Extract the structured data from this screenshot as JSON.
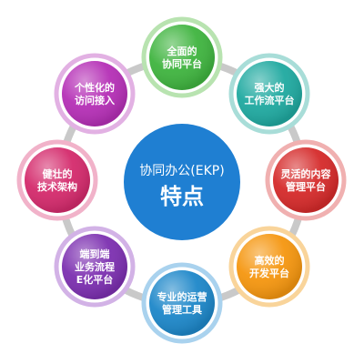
{
  "center": {
    "title": "协同办公(EKP)",
    "subtitle": "特点",
    "color": "#1f7fd2"
  },
  "ring_color": "#c9c9c9",
  "nodes": [
    {
      "id": "n1",
      "lines": [
        "全面的",
        "协同平台"
      ],
      "color": "#3fb43f",
      "ring": "#b8e3b0"
    },
    {
      "id": "n2",
      "lines": [
        "强大的",
        "工作流平台"
      ],
      "color": "#1fa9a0",
      "ring": "#a8ddd8"
    },
    {
      "id": "n3",
      "lines": [
        "灵活的内容",
        "管理平台"
      ],
      "color": "#d52a2a",
      "ring": "#f0b0b0"
    },
    {
      "id": "n4",
      "lines": [
        "高效的",
        "开发平台"
      ],
      "color": "#f5960f",
      "ring": "#f9d49a"
    },
    {
      "id": "n5",
      "lines": [
        "专业的运营",
        "管理工具"
      ],
      "color": "#1d87c9",
      "ring": "#a9d2ee"
    },
    {
      "id": "n6",
      "lines": [
        "端到端",
        "业务流程",
        "E化平台"
      ],
      "color": "#7c2fb0",
      "ring": "#d2b2e6"
    },
    {
      "id": "n7",
      "lines": [
        "健壮的",
        "技术架构"
      ],
      "color": "#d42a6c",
      "ring": "#f1b2c9"
    },
    {
      "id": "n8",
      "lines": [
        "个性化的",
        "访问接入"
      ],
      "color": "#b52fb6",
      "ring": "#e2b1e3"
    }
  ]
}
